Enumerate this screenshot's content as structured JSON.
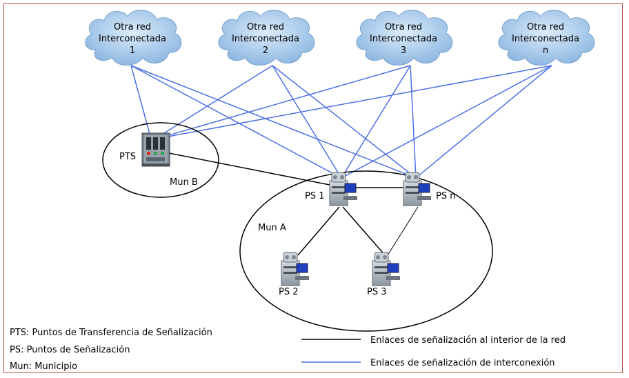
{
  "clouds": [
    {
      "line1": "Otra  red",
      "line2": "Interconectada",
      "line3": "1"
    },
    {
      "line1": "Otra  red",
      "line2": "Interconectada",
      "line3": "2"
    },
    {
      "line1": "Otra  red",
      "line2": "Interconectada",
      "line3": "3"
    },
    {
      "line1": "Otra  red",
      "line2": "Interconectada",
      "line3": "n"
    }
  ],
  "nodes": {
    "pts": "PTS",
    "mun_b": "Mun B",
    "mun_a": "Mun A",
    "ps1": "PS 1",
    "psn": "PS  n",
    "ps2": "PS 2",
    "ps3": "PS 3"
  },
  "legend": {
    "pts": "PTS: Puntos de Transferencia de Señalización",
    "ps": "PS: Puntos de Señalización",
    "mun": "Mun: Municipio",
    "internal_link": "Enlaces de señalización al interior de la red",
    "interconnection_link": "Enlaces de señalización de interconexión"
  },
  "colors": {
    "frame": "#c0504d",
    "interconnection_link": "#4a6fe3",
    "internal_link": "#000000",
    "cloud_fill": "#9dc3e6"
  }
}
